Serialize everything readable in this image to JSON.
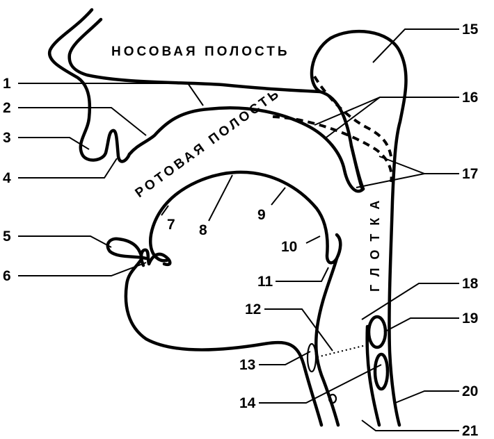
{
  "regions": {
    "nasal_cavity": "НОСОВАЯ ПОЛОСТЬ",
    "oral_cavity": "РОТОВАЯ ПОЛОСТЬ",
    "pharynx": "ГЛОТКА"
  },
  "labels": {
    "l1": "1",
    "l2": "2",
    "l3": "3",
    "l4": "4",
    "l5": "5",
    "l6": "6",
    "l7": "7",
    "l8": "8",
    "l9": "9",
    "l10": "10",
    "l11": "11",
    "l12": "12",
    "l13": "13",
    "l14": "14",
    "l15": "15",
    "l16": "16",
    "l17": "17",
    "l18": "18",
    "l19": "19",
    "l20": "20",
    "l21": "21"
  }
}
